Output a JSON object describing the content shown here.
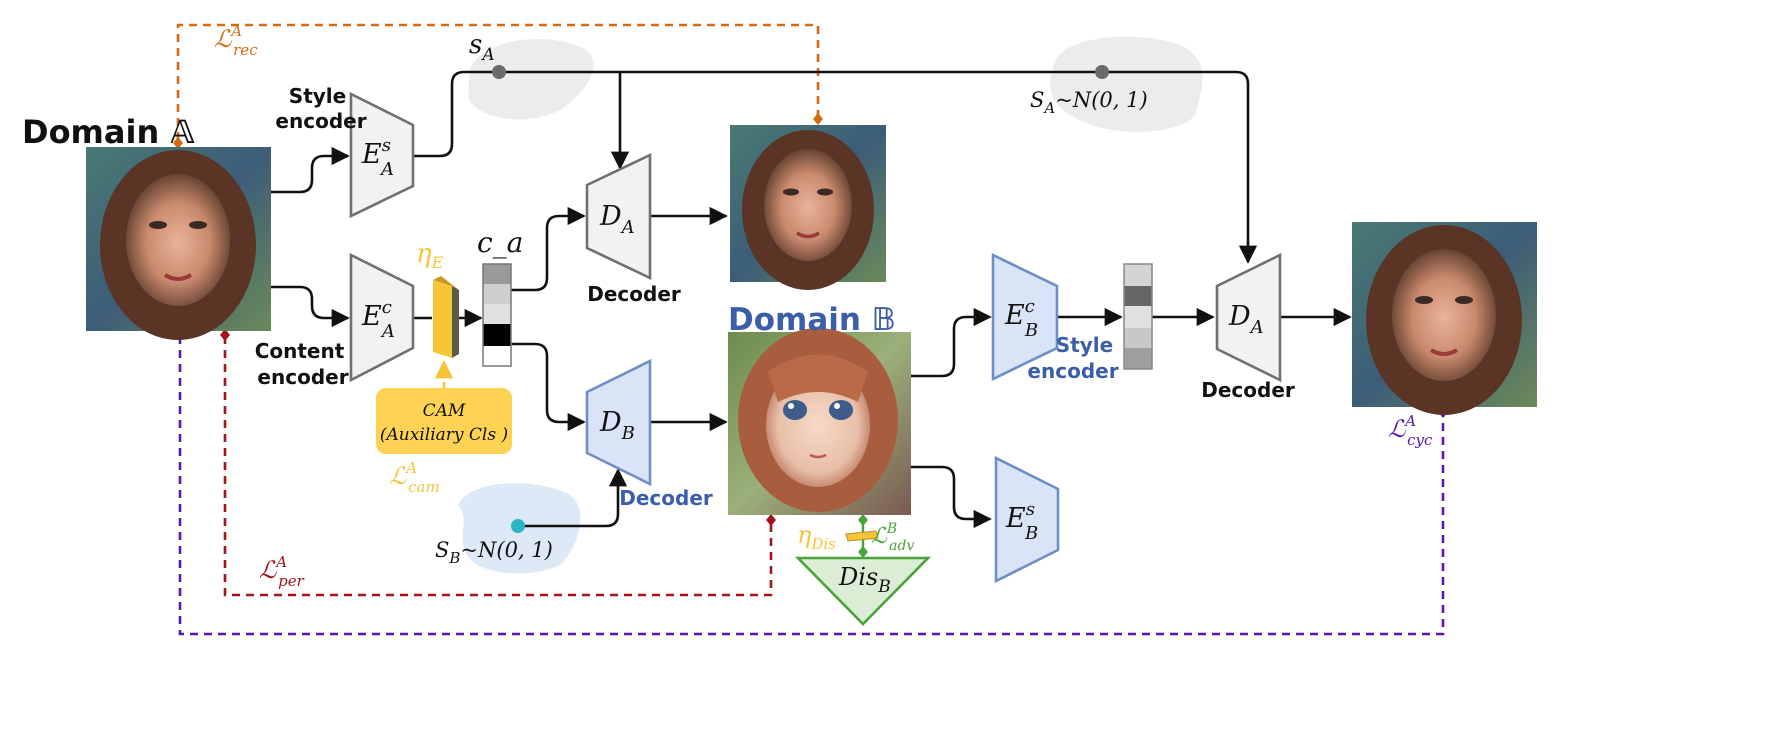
{
  "colors": {
    "orange": "#d46a12",
    "darkred": "#a1141a",
    "purple": "#5c16b0",
    "yellow": "#f6c437",
    "green": "#4aa33a",
    "blue_fill": "#d9e5f6",
    "blue_stroke": "#6d8fc4",
    "blue_text": "#3b5ea8",
    "gray_fill": "#f2f2f2",
    "gray_stroke": "#707070",
    "cyan": "#2bb5c3"
  },
  "domain_a": {
    "label": "Domain 𝔸"
  },
  "domain_b": {
    "label": "Domain 𝔹"
  },
  "losses": {
    "rec": {
      "base": "ℒ",
      "sub": "rec",
      "sup": "A"
    },
    "per": {
      "base": "ℒ",
      "sub": "per",
      "sup": "A"
    },
    "cyc": {
      "base": "ℒ",
      "sub": "cyc",
      "sup": "A"
    },
    "cam": {
      "base": "ℒ",
      "sub": "cam",
      "sup": "A"
    },
    "adv": {
      "base": "ℒ",
      "sub": "adv",
      "sup": "B"
    }
  },
  "encoders": {
    "style_a": {
      "label": "Style\nencoder",
      "sym": "E",
      "sub": "A",
      "sup": "s"
    },
    "content_a": {
      "label": "Content\nencoder",
      "sym": "E",
      "sub": "A",
      "sup": "c"
    },
    "content_b": {
      "sym": "E",
      "sub": "B",
      "sup": "c"
    },
    "style_b": {
      "label": "Style\nencoder",
      "sym": "E",
      "sub": "B",
      "sup": "s"
    }
  },
  "decoders": {
    "da_top": {
      "label": "Decoder",
      "sym": "D",
      "sub": "A"
    },
    "db": {
      "label": "Decoder",
      "sym": "D",
      "sub": "B"
    },
    "da_right": {
      "label": "Decoder",
      "sym": "D",
      "sub": "A"
    }
  },
  "discriminator": {
    "sym": "Dis",
    "sub": "B"
  },
  "codes": {
    "content": "c_a",
    "style_a_node": {
      "sym": "s",
      "sub": "A"
    },
    "sa_prior": {
      "sym": "S",
      "sub": "A",
      "rest": "~N(0, 1)"
    },
    "sb_prior": {
      "sym": "S",
      "sub": "B",
      "rest": "~N(0, 1)"
    }
  },
  "attention": {
    "eta_e": {
      "sym": "η",
      "sub": "E"
    },
    "eta_dis": {
      "sym": "η",
      "sub": "Dis"
    }
  },
  "cam_box": {
    "line1": "CAM",
    "line2": "(Auxiliary Cls )"
  }
}
